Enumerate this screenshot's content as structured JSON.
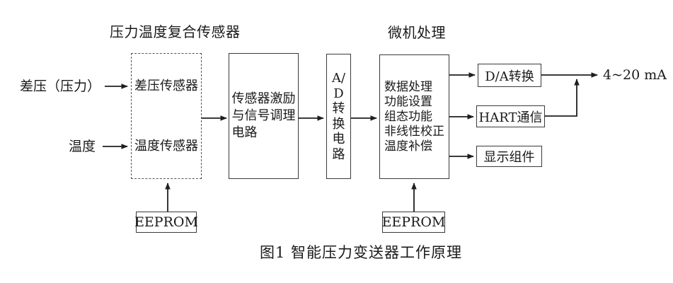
{
  "labels": {
    "sensor_group": "压力温度复合传感器",
    "mcu_group": "微机处理",
    "input_pressure": "差压（压力）",
    "input_temperature": "温度",
    "output_current": "4~20 mA",
    "caption": "图1 智能压力变送器工作原理"
  },
  "blocks": {
    "pressure_sensor": "差压传感器",
    "temperature_sensor": "温度传感器",
    "signal_conditioning": "传感器激励\n与信号调理\n电路",
    "adc": "A/\nD\n转\n换\n电\n路",
    "processing": "数据处理\n功能设置\n组态功能\n非线性校正\n温度补偿",
    "dac": "D/A转换",
    "hart": "HART通信",
    "display": "显示组件",
    "eeprom_sensor": "EEPROM",
    "eeprom_processor": "EEPROM"
  },
  "colors": {
    "line": "#1f1f1f",
    "background": "#ffffff"
  }
}
